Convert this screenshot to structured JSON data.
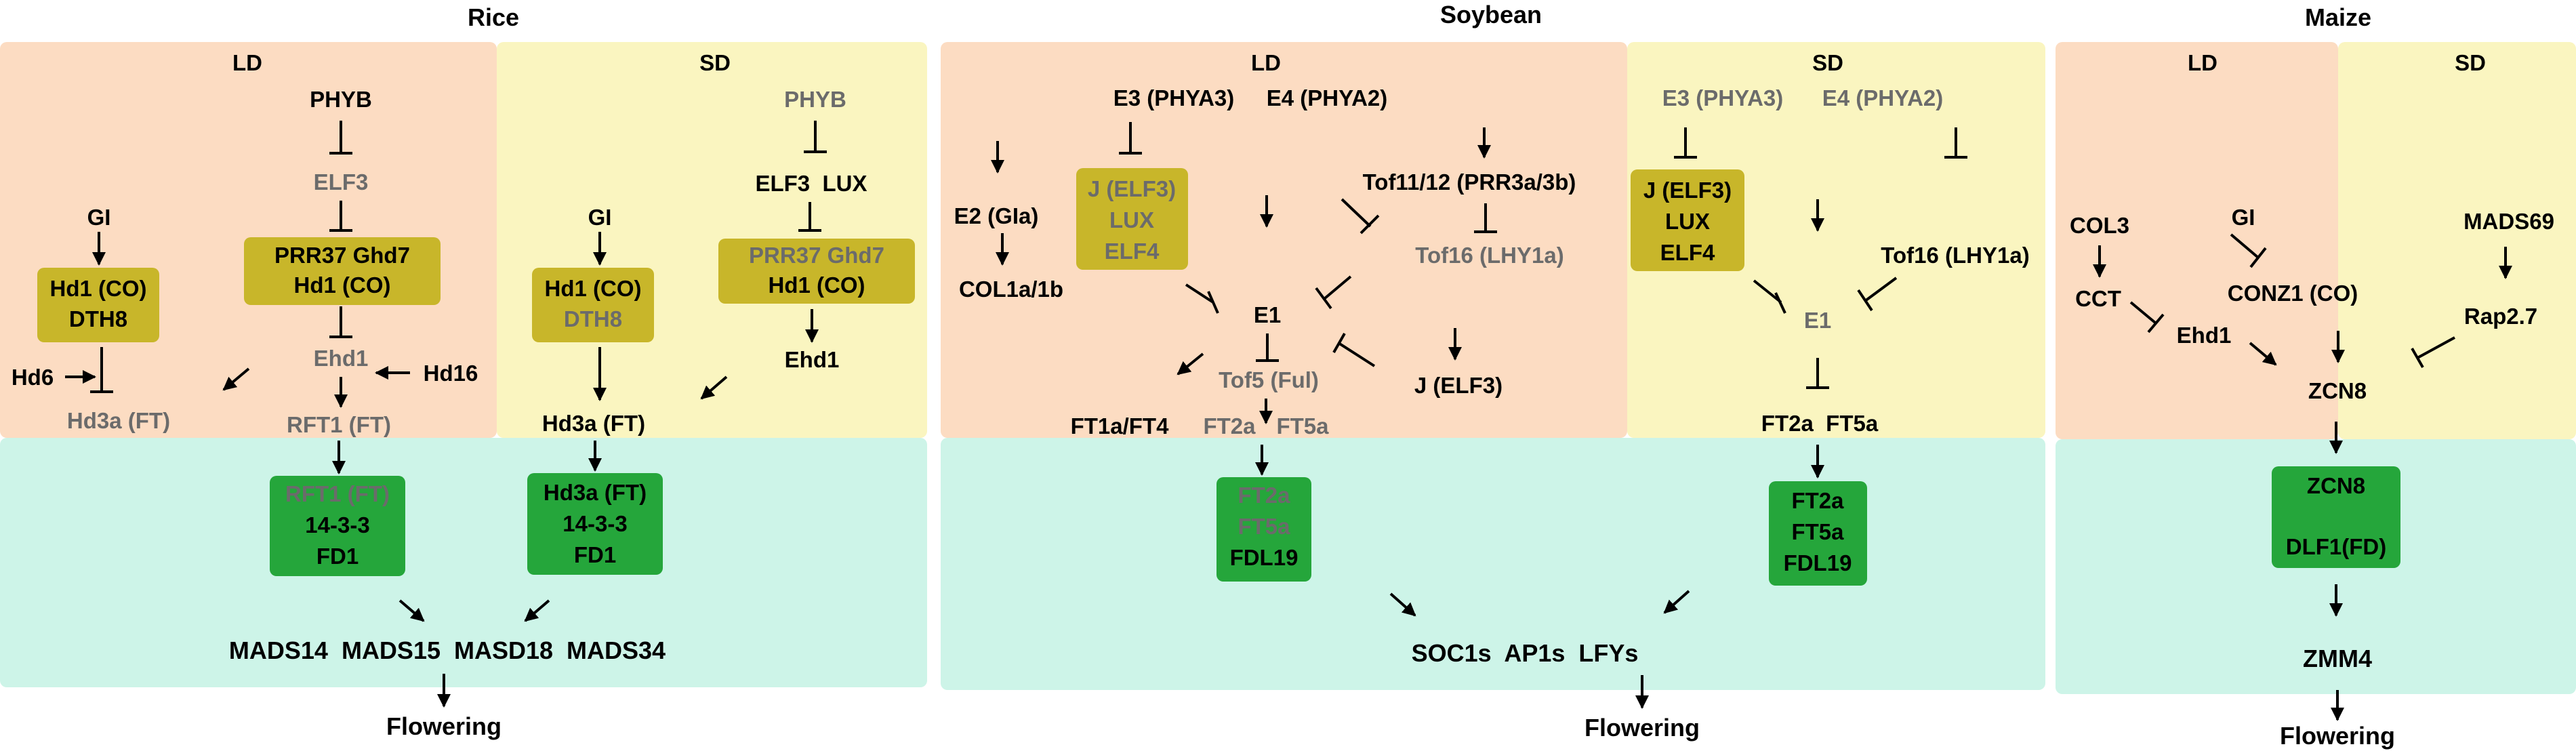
{
  "colors": {
    "ld_bg": "#fcdcc2",
    "sd_bg": "#faf5c0",
    "bottom_bg": "#cdf4e8",
    "olive_box": "#c8b62a",
    "green_box": "#25a63b",
    "text_dark": "#000000",
    "text_gray": "#6b6b6b"
  },
  "panels": {
    "rice": {
      "title": "Rice",
      "ld": "LD",
      "sd": "SD",
      "ld_nodes": {
        "phyb": "PHYB",
        "elf3": "ELF3",
        "gi": "GI",
        "prr37_ghd7": "PRR37 Ghd7",
        "hd1_co": "Hd1 (CO)",
        "hd1_co_left": "Hd1 (CO)",
        "dth8": "DTH8",
        "ehd1": "Ehd1",
        "hd16": "Hd16",
        "hd6": "Hd6",
        "hd3a": "Hd3a (FT)",
        "rft1": "RFT1 (FT)"
      },
      "sd_nodes": {
        "phyb": "PHYB",
        "gi": "GI",
        "elf3_lux": "ELF3  LUX",
        "hd1_co": "Hd1 (CO)",
        "dth8": "DTH8",
        "prr37_ghd7": "PRR37 Ghd7",
        "hd1_co_right": "Hd1 (CO)",
        "ehd1": "Ehd1",
        "hd3a": "Hd3a (FT)"
      },
      "complex1": [
        "RFT1 (FT)",
        "14-3-3",
        "FD1"
      ],
      "complex2": [
        "Hd3a (FT)",
        "14-3-3",
        "FD1"
      ],
      "targets": "MADS14  MADS15  MASD18  MADS34",
      "output": "Flowering"
    },
    "soybean": {
      "title": "Soybean",
      "ld": "LD",
      "sd": "SD",
      "ld_nodes": {
        "e3": "E3 (PHYA3)",
        "e4": "E4 (PHYA2)",
        "j_elf3": "J (ELF3)",
        "lux": "LUX",
        "elf4": "ELF4",
        "e2": "E2 (GIa)",
        "col1": "COL1a/1b",
        "tof11": "Tof11/12 (PRR3a/3b)",
        "tof16": "Tof16 (LHY1a)",
        "e1": "E1",
        "tof5": "Tof5 (Ful)",
        "j_elf3_b": "J (ELF3)",
        "ft1a": "FT1a/FT4",
        "ft2a": "FT2a",
        "ft5a": "FT5a"
      },
      "sd_nodes": {
        "e3": "E3 (PHYA3)",
        "e4": "E4 (PHYA2)",
        "j_elf3": "J (ELF3)",
        "lux": "LUX",
        "elf4": "ELF4",
        "tof16": "Tof16 (LHY1a)",
        "e1": "E1",
        "ft2a_ft5a": "FT2a  FT5a"
      },
      "complex1": [
        "FT2a",
        "FT5a",
        "FDL19"
      ],
      "complex2": [
        "FT2a",
        "FT5a",
        "FDL19"
      ],
      "targets": "SOC1s  AP1s  LFYs",
      "output": "Flowering"
    },
    "maize": {
      "title": "Maize",
      "ld": "LD",
      "sd": "SD",
      "nodes": {
        "col3": "COL3",
        "cct": "CCT",
        "ehd1": "Ehd1",
        "gi": "GI",
        "conz1": "CONZ1 (CO)",
        "mads69": "MADS69",
        "rap27": "Rap2.7",
        "zcn8": "ZCN8"
      },
      "complex": [
        "ZCN8",
        "DLF1(FD)"
      ],
      "target": "ZMM4",
      "output": "Flowering"
    }
  }
}
